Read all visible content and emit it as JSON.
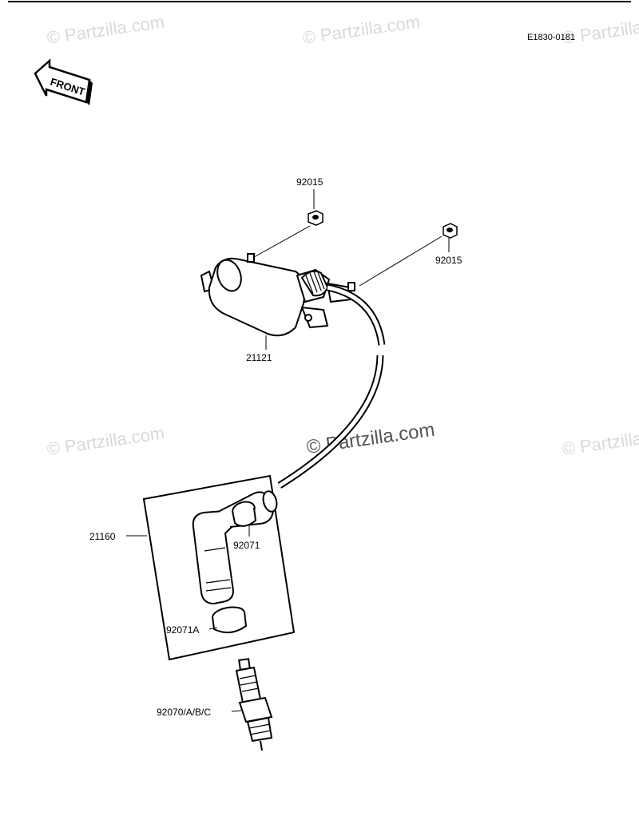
{
  "diagram_code": "E1830-0181",
  "front_label": "FRONT",
  "watermark": "© Partzilla.com",
  "parts": {
    "nut_upper": "92015",
    "nut_right": "92015",
    "ignition_coil": "21121",
    "cap_assembly": "21160",
    "seal_upper": "92071",
    "seal_lower": "92071A",
    "spark_plug": "92070/A/B/C"
  }
}
